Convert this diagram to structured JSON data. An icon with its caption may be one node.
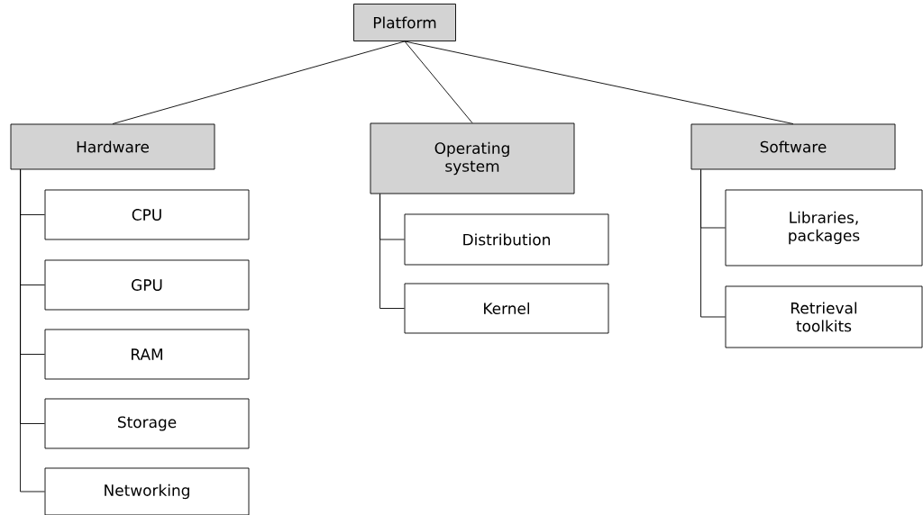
{
  "diagram": {
    "nodes": [
      {
        "text": [
          "Platform"
        ]
      },
      {
        "text": [
          "Hardware"
        ]
      },
      {
        "text": [
          "Operating system"
        ]
      },
      {
        "text": [
          "Software"
        ]
      },
      {
        "text": [
          "CPU"
        ]
      },
      {
        "text": [
          "GPU"
        ]
      },
      {
        "text": [
          "RAM"
        ]
      },
      {
        "text": [
          "Storage"
        ]
      },
      {
        "text": [
          "Networking"
        ]
      },
      {
        "text": [
          "Distribution"
        ]
      },
      {
        "text": [
          "Kernel"
        ]
      },
      {
        "text": [
          "Libraries, packages"
        ]
      },
      {
        "text": [
          "Retrieval toolkits"
        ]
      }
    ],
    "edges": [
      {
        "from": 0,
        "to": 1,
        "arrow": "none"
      },
      {
        "from": 0,
        "to": 2,
        "arrow": "none"
      },
      {
        "from": 0,
        "to": 3,
        "arrow": "none"
      },
      {
        "from": 1,
        "to": 4,
        "arrow": "none"
      },
      {
        "from": 1,
        "to": 5,
        "arrow": "none"
      },
      {
        "from": 1,
        "to": 6,
        "arrow": "none"
      },
      {
        "from": 1,
        "to": 7,
        "arrow": "none"
      },
      {
        "from": 1,
        "to": 8,
        "arrow": "none"
      },
      {
        "from": 2,
        "to": 9,
        "arrow": "none"
      },
      {
        "from": 2,
        "to": 10,
        "arrow": "none"
      },
      {
        "from": 3,
        "to": 11,
        "arrow": "none"
      },
      {
        "from": 3,
        "to": 12,
        "arrow": "none"
      }
    ]
  }
}
